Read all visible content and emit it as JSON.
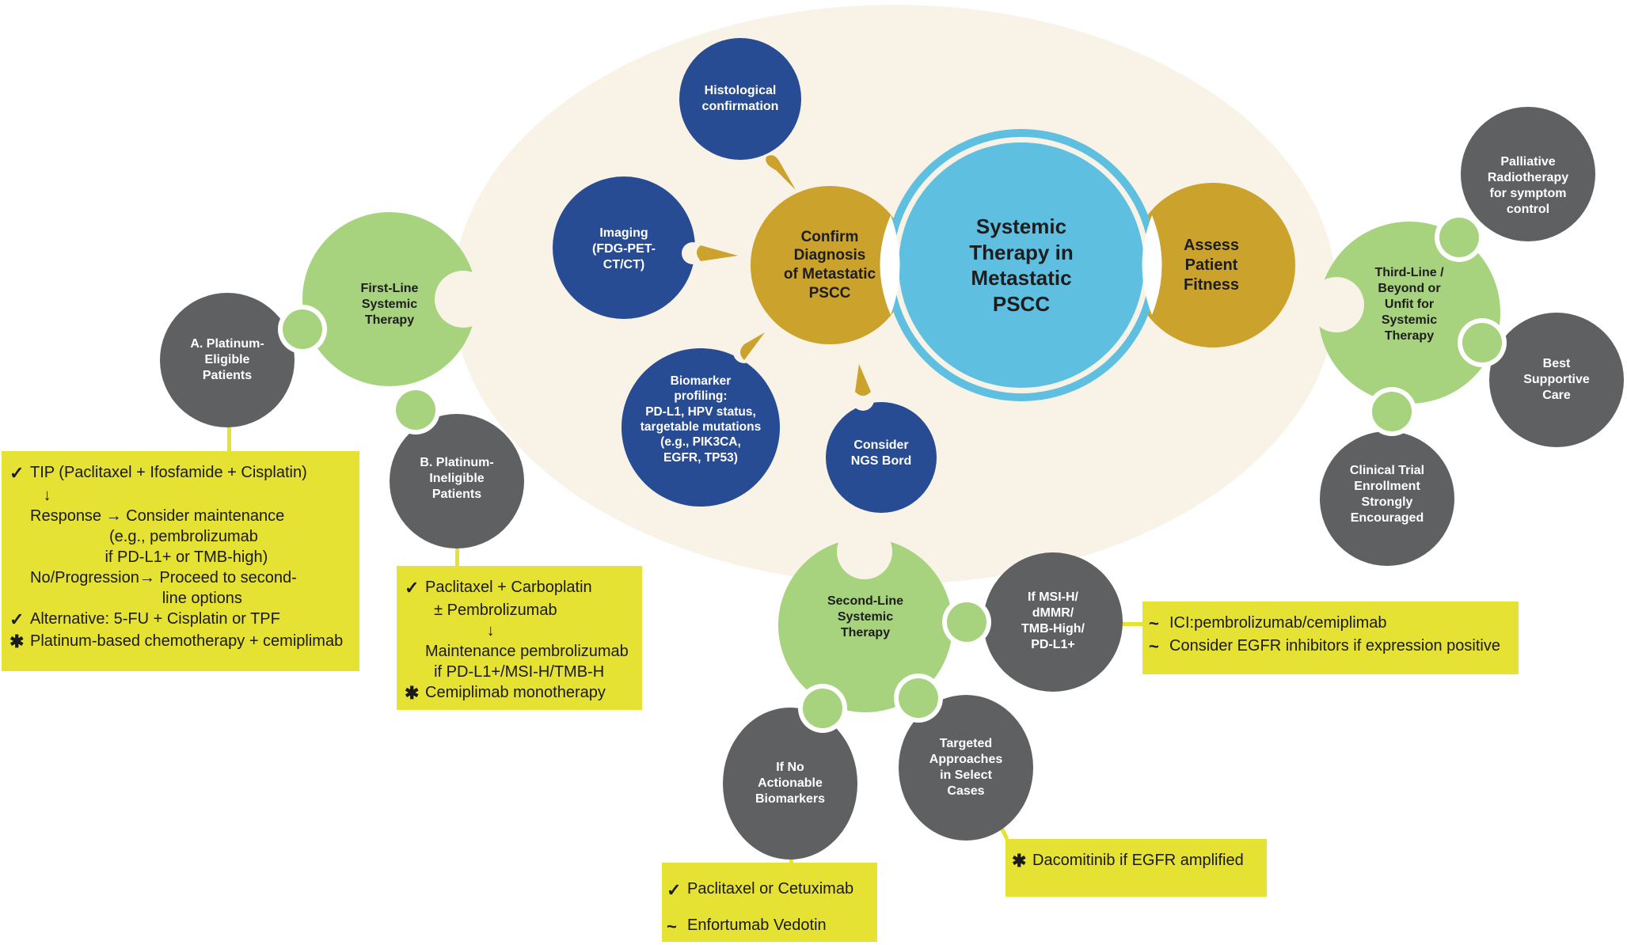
{
  "colors": {
    "ellipse_bg": "#f8f3e6",
    "center_blue": "#5fbfe0",
    "gold": "#cba22c",
    "navy": "#284c94",
    "green": "#a7d27e",
    "gray": "#5f6062",
    "yellow": "#e6e233"
  },
  "center": {
    "label": "Systemic\nTherapy in\nMetastatic\nPSCC"
  },
  "confirm": {
    "label": "Confirm\nDiagnosis\nof Metastatic\nPSCC"
  },
  "assess": {
    "label": "Assess\nPatient\nFitness"
  },
  "diagnostics": {
    "histology": "Histological\nconfirmation",
    "imaging": "Imaging\n(FDG-PET-\nCT/CT)",
    "biomarker": "Biomarker\nprofiling:\nPD-L1, HPV status,\ntargetable mutations\n(e.g., PIK3CA,\nEGFR, TP53)",
    "ngs": "Consider\nNGS Bord"
  },
  "first_line": {
    "label": "First-Line\nSystemic\nTherapy",
    "a_label": "A. Platinum-\nEligible\nPatients",
    "b_label": "B. Platinum-\nIneligible\nPatients",
    "a_box": [
      {
        "marker": "✓",
        "text": "TIP (Paclitaxel + Ifosfamide + Cisplatin)"
      },
      {
        "marker": "",
        "text": "   ↓"
      },
      {
        "marker": "",
        "text": "Response → Consider maintenance"
      },
      {
        "marker": "",
        "text": "                  (e.g., pembrolizumab"
      },
      {
        "marker": "",
        "text": "                 if PD-L1+ or TMB-high)"
      },
      {
        "marker": "",
        "text": "No/Progression→ Proceed to second-"
      },
      {
        "marker": "",
        "text": "                              line options"
      },
      {
        "marker": "✓",
        "text": "Alternative: 5-FU + Cisplatin or TPF"
      },
      {
        "marker": "✱",
        "text": "Platinum-based chemotherapy + cemiplimab"
      }
    ],
    "b_box": [
      {
        "marker": "✓",
        "text": "Paclitaxel + Carboplatin"
      },
      {
        "marker": "",
        "text": "  ± Pembrolizumab"
      },
      {
        "marker": "",
        "text": "              ↓"
      },
      {
        "marker": "",
        "text": "Maintenance pembrolizumab"
      },
      {
        "marker": "",
        "text": "  if PD-L1+/MSI-H/TMB-H"
      },
      {
        "marker": "✱",
        "text": "Cemiplimab monotherapy"
      }
    ]
  },
  "second_line": {
    "label": "Second-Line\nSystemic\nTherapy",
    "msi_label": "If MSI-H/\ndMMR/\nTMB-High/\nPD-L1+",
    "no_biomarker_label": "If No\nActionable\nBiomarkers",
    "targeted_label": "Targeted\nApproaches\nin Select\nCases",
    "msi_box": [
      {
        "marker": "~",
        "text": "ICI:pembrolizumab/cemiplimab"
      },
      {
        "marker": "~",
        "text": "Consider EGFR inhibitors if expression positive"
      }
    ],
    "no_biomarker_box": [
      {
        "marker": "✓",
        "text": "Paclitaxel or Cetuximab"
      },
      {
        "marker": "~",
        "text": "Enfortumab Vedotin"
      }
    ],
    "targeted_box": [
      {
        "marker": "✱",
        "text": "Dacomitinib if EGFR amplified"
      }
    ]
  },
  "third_line": {
    "label": "Third-Line /\nBeyond or\nUnfit for\nSystemic\nTherapy",
    "palliative_label": "Palliative\nRadiotherapy\nfor symptom\ncontrol",
    "supportive_label": "Best\nSupportive\nCare",
    "trial_label": "Clinical Trial\nEnrollment\nStrongly\nEncouraged"
  }
}
